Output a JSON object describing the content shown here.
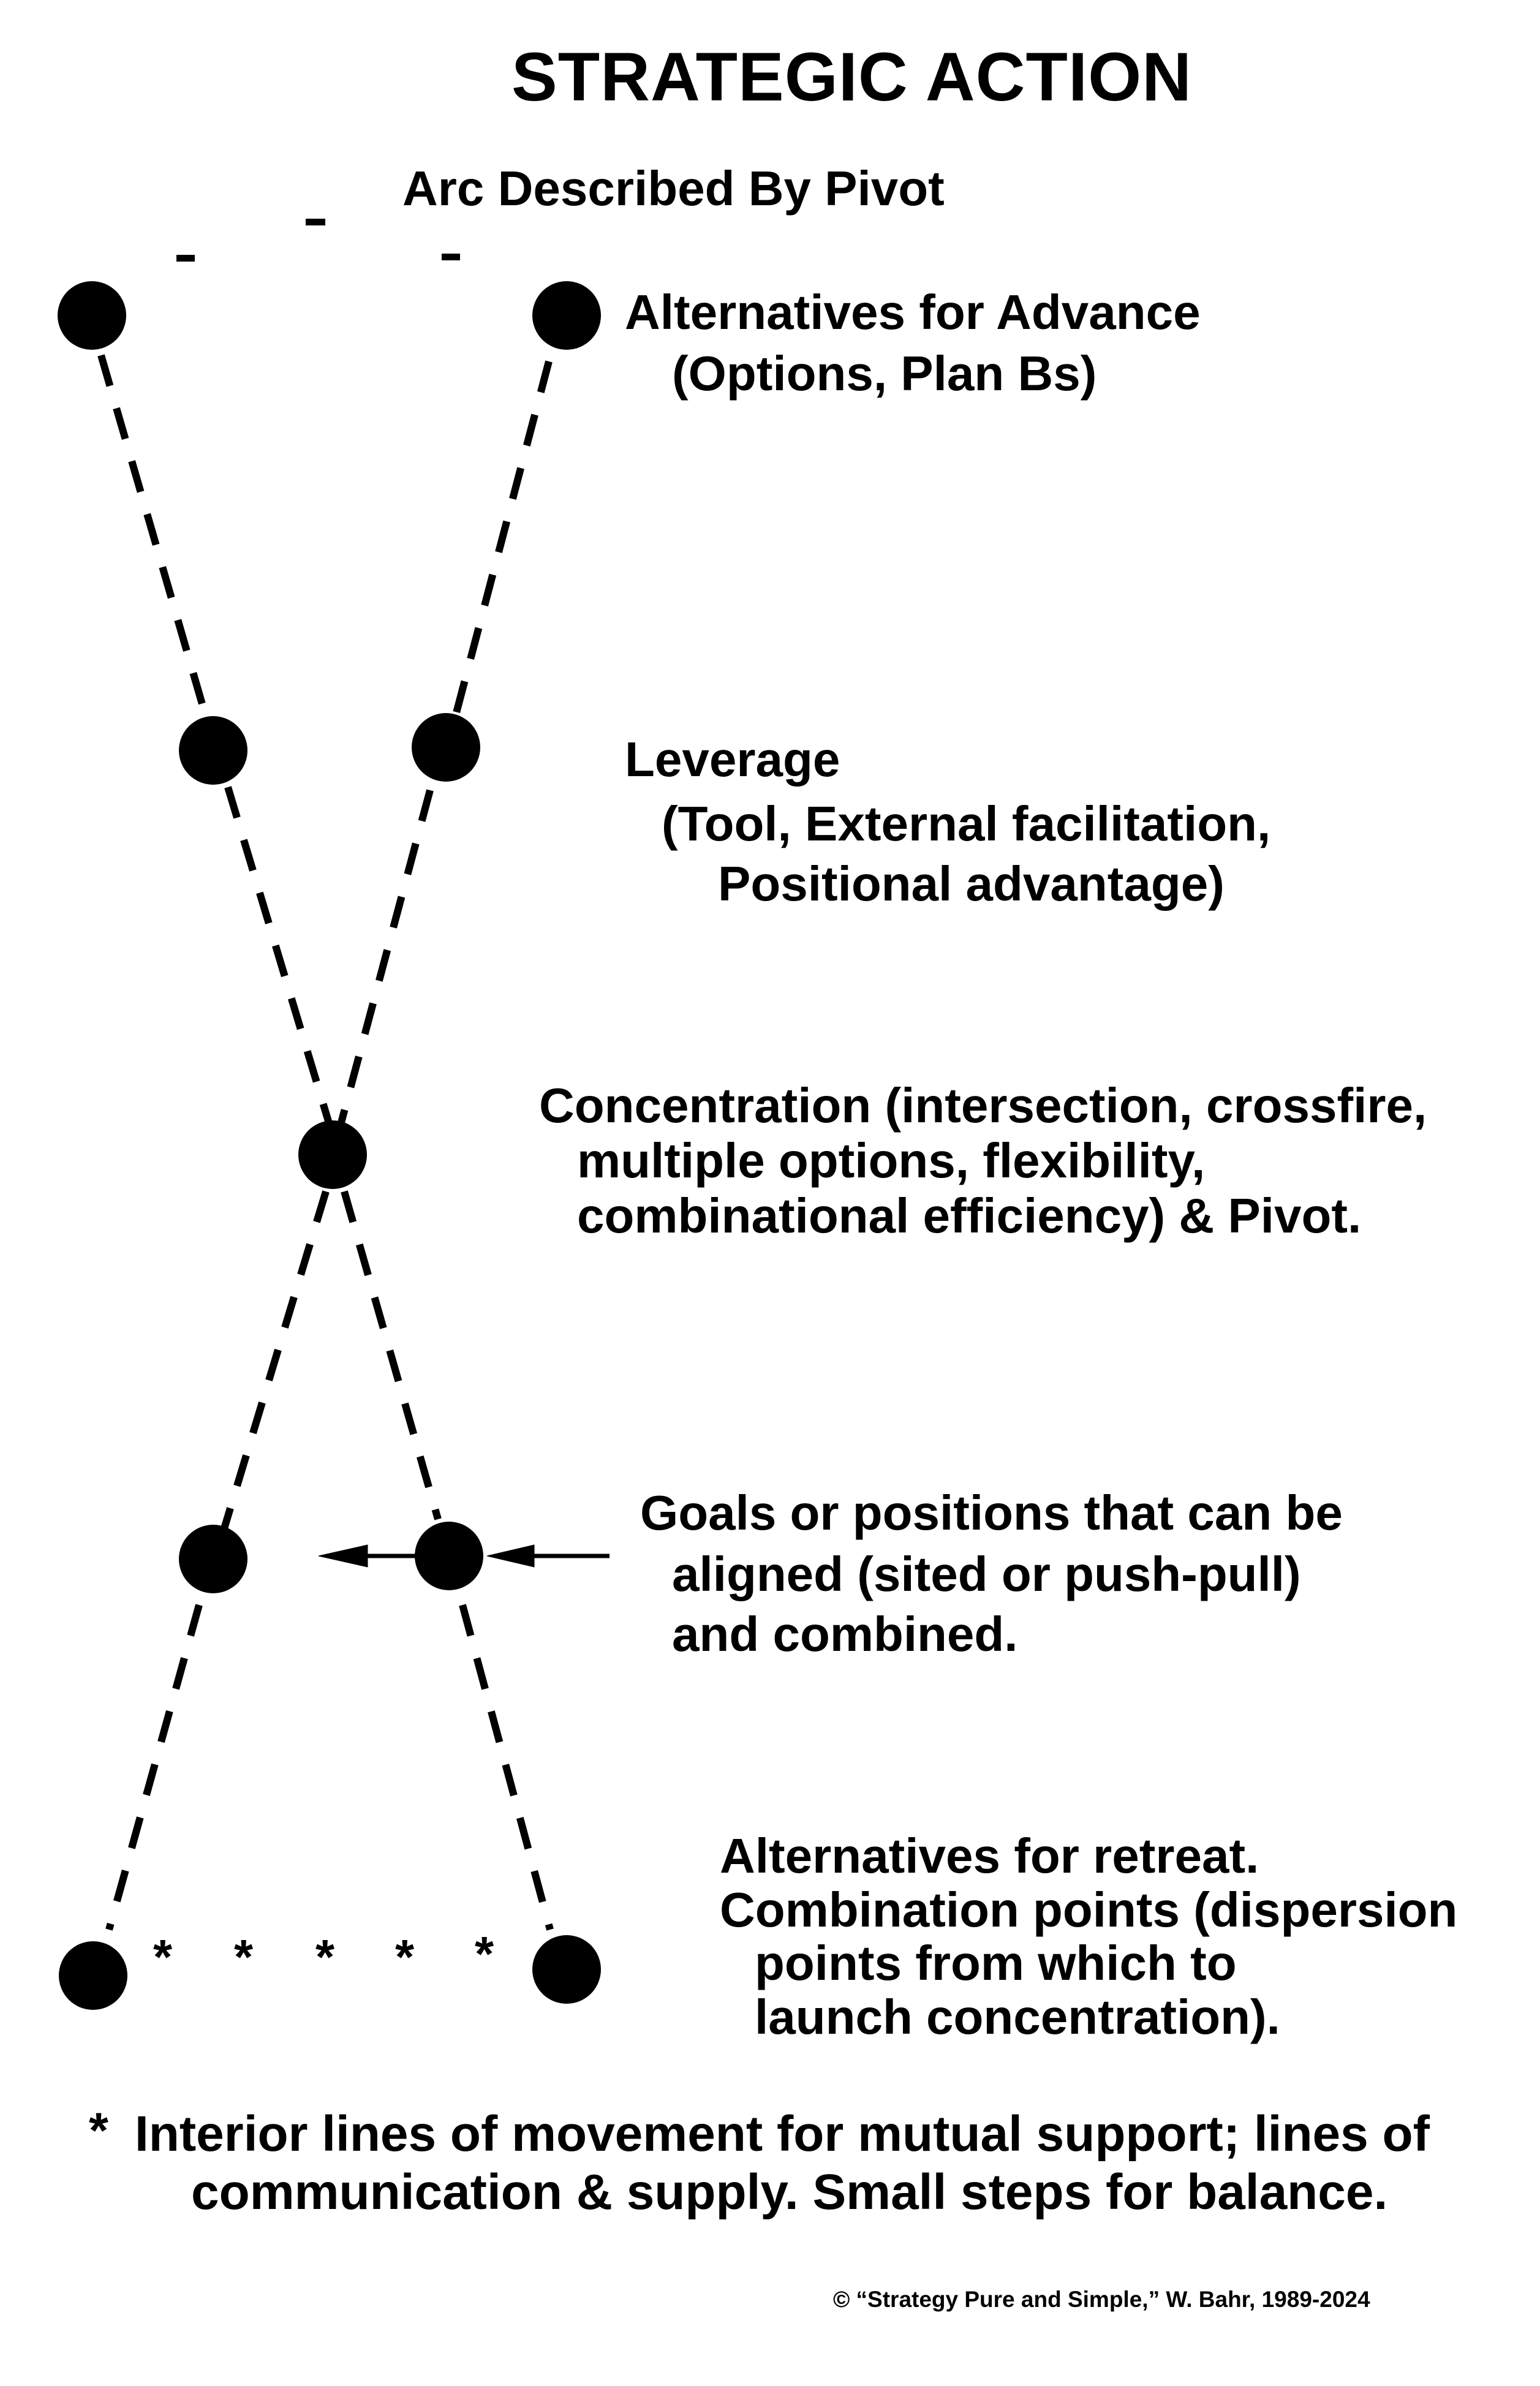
{
  "title": "STRATEGIC ACTION",
  "arc_label": "Arc Described By Pivot",
  "labels": {
    "advance_1": "Alternatives for Advance",
    "advance_2": "(Options, Plan Bs)",
    "leverage_1": "Leverage",
    "leverage_2": "(Tool, External facilitation,",
    "leverage_3": "Positional advantage)",
    "concentration_1": "Concentration (intersection, crossfire,",
    "concentration_2": "multiple options, flexibility,",
    "concentration_3": "combinational efficiency) & Pivot.",
    "goals_1": "Goals or positions that can be",
    "goals_2": "aligned (sited or push-pull)",
    "goals_3": "and combined.",
    "retreat_1": "Alternatives for retreat.",
    "retreat_2": "Combination points (dispersion",
    "retreat_3": "points from which to",
    "retreat_4": "launch concentration)."
  },
  "interior_marks": [
    "*",
    "*",
    "*",
    "*",
    "*"
  ],
  "footnote": {
    "marker": "*",
    "line_1": "Interior lines of movement for mutual support; lines of",
    "line_2": "communication & supply. Small steps for balance."
  },
  "copyright": "© “Strategy Pure and  Simple,” W. Bahr, 1989-2024",
  "colors": {
    "ink": "#000000",
    "background": "#ffffff"
  }
}
